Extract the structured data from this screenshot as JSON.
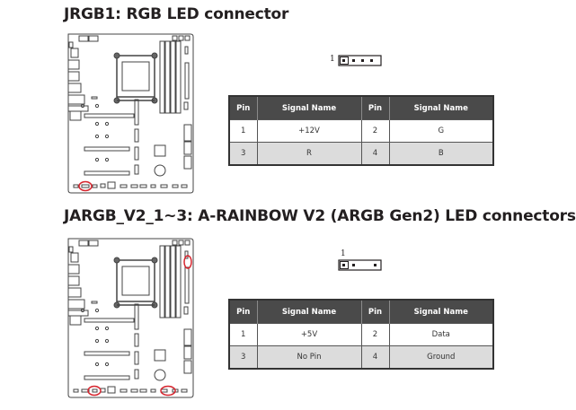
{
  "sections": [
    {
      "title": "JRGB1: RGB LED connector",
      "header_pin1_label": "1",
      "table": {
        "headers": [
          "Pin",
          "Signal Name",
          "Pin",
          "Signal Name"
        ],
        "rows": [
          [
            "1",
            "+12V",
            "2",
            "G"
          ],
          [
            "3",
            "R",
            "4",
            "B"
          ]
        ]
      },
      "highlight_color": "#d7262f"
    },
    {
      "title": "JARGB_V2_1~3: A-RAINBOW V2 (ARGB Gen2) LED connectors",
      "header_pin1_label": "1",
      "table": {
        "headers": [
          "Pin",
          "Signal Name",
          "Pin",
          "Signal Name"
        ],
        "rows": [
          [
            "1",
            "+5V",
            "2",
            "Data"
          ],
          [
            "3",
            "No Pin",
            "4",
            "Ground"
          ]
        ]
      },
      "highlight_color": "#d7262f"
    }
  ]
}
